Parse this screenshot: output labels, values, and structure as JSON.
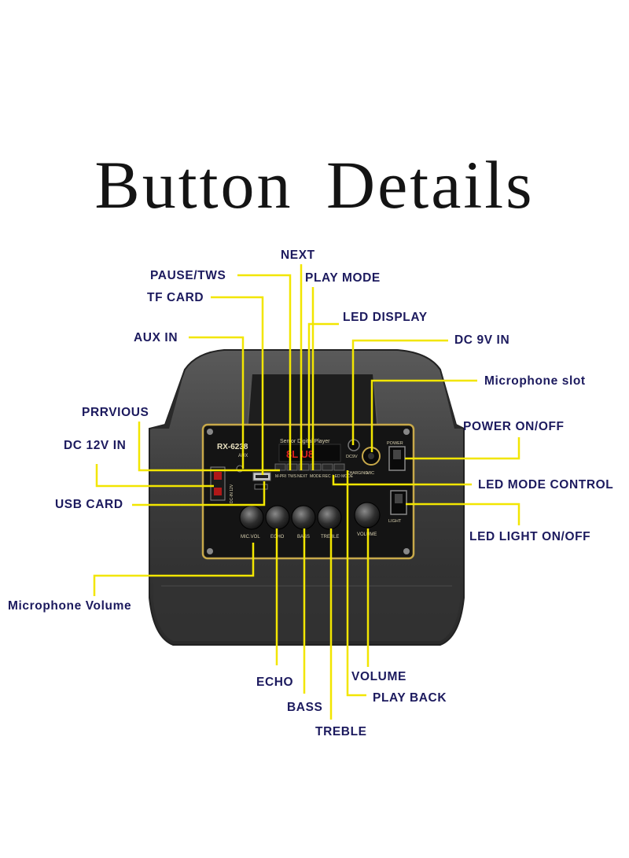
{
  "title": "Button Details",
  "device": {
    "model": "RX-6238",
    "player_name": "Senior Digital Player",
    "display_text": "8L U8",
    "jacks": {
      "aux": "AUX",
      "dc9v": "DC9V",
      "mic": "MIC",
      "charging": "CHARGING",
      "dc_in": "DC-IN 12V"
    },
    "buttons": [
      "M-PRI",
      "TWS",
      "NEXT",
      "MODE",
      "REC",
      "LED MODE"
    ],
    "switches": {
      "power": "POWER",
      "light": "LIGHT",
      "on": "ON",
      "off": "OFF"
    },
    "knobs": [
      "MIC.VOL",
      "ECHO",
      "BASS",
      "TREBLE",
      "VOLUME"
    ]
  },
  "labels": {
    "next": "NEXT",
    "pause_tws": "PAUSE/TWS",
    "play_mode": "PLAY MODE",
    "tf_card": "TF CARD",
    "led_display": "LED DISPLAY",
    "aux_in": "AUX IN",
    "dc_9v_in": "DC 9V IN",
    "microphone_slot": "Microphone slot",
    "previous": "PRRVIOUS",
    "power_on_off": "POWER ON/OFF",
    "dc_12v_in": "DC 12V IN",
    "led_mode_control": "LED MODE CONTROL",
    "usb_card": "USB CARD",
    "led_light_on_off": "LED LIGHT ON/OFF",
    "microphone_volume": "Microphone Volume",
    "echo": "ECHO",
    "volume": "VOLUME",
    "play_back": "PLAY BACK",
    "bass": "BASS",
    "treble": "TREBLE"
  },
  "colors": {
    "leader": "#f2e600",
    "label": "#1c1a5e",
    "panel_trim": "#c8a94a",
    "speaker": "#3d3d3d",
    "display": "#e0201e"
  }
}
